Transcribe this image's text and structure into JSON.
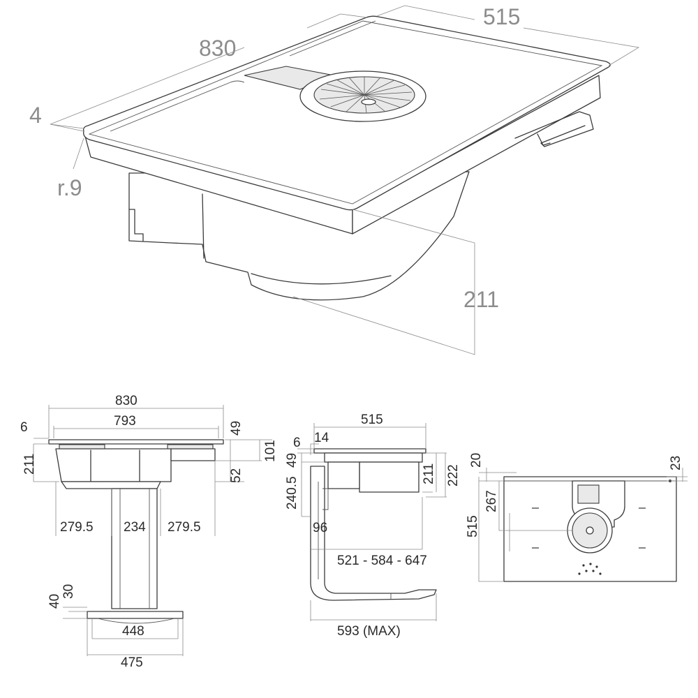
{
  "top_view": {
    "length": "830",
    "width": "515",
    "thickness": "4",
    "radius": "r.9",
    "height": "211"
  },
  "front_view": {
    "total_length": "830",
    "cutout_length": "793",
    "glass": "6",
    "depth": "211",
    "right_drop": "49",
    "right_step": "101",
    "right_low": "52",
    "seg_left": "279.5",
    "seg_mid": "234",
    "seg_right": "279.5",
    "base_40": "40",
    "base_30": "30",
    "base_inner": "448",
    "base_outer": "475"
  },
  "side_view": {
    "width": "515",
    "glass": "6",
    "offset": "14",
    "drop": "49",
    "duct_height": "240.5",
    "box_height": "211",
    "overall_height": "222",
    "duct_width": "96",
    "extension": "521 - 584 - 647",
    "max_depth": "593 (MAX)"
  },
  "plan_view": {
    "margin_top": "20",
    "margin_right": "23",
    "vent_offset": "267",
    "depth": "515"
  }
}
